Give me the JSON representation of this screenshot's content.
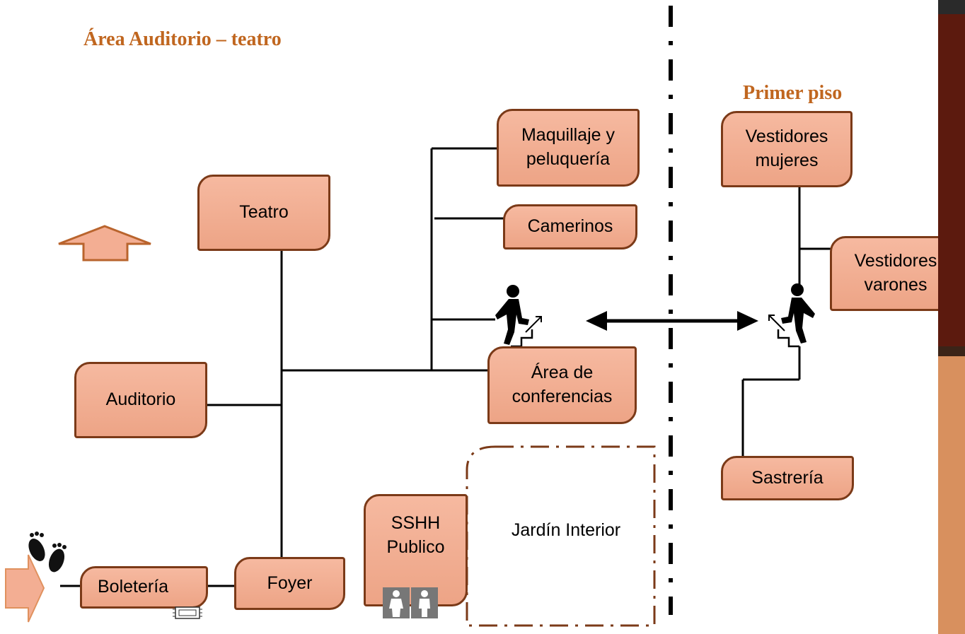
{
  "headings": {
    "area_title": "Área Auditorio – teatro",
    "floor_title": "Primer piso"
  },
  "nodes": {
    "teatro": "Teatro",
    "auditorio": "Auditorio",
    "maquillaje": "Maquillaje y\npeluquería",
    "camerinos": "Camerinos",
    "conferencias": "Área de\nconferencias",
    "boleteria": "Boletería",
    "foyer": "Foyer",
    "sshh": "SSHH\nPublico",
    "vest_mujeres": "Vestidores\nmujeres",
    "vest_varones": "Vestidores\nvarones",
    "sastreria": "Sastrería"
  },
  "garden": {
    "label": "Jardín Interior"
  },
  "icons": {
    "up_arrow": "up-arrow-icon",
    "entry_arrow": "entry-arrow-icon",
    "footprints": "footprints-icon",
    "ticket": "ticket-icon",
    "restroom": "restroom-icon",
    "stairs_walker": "stairs-walker-icon",
    "double_arrow": "double-arrow-icon"
  },
  "colors": {
    "heading": "#c0661f",
    "node_fill": "#f3ae93",
    "node_border": "#7b3a18",
    "line": "#000000",
    "sidebar_dark": "#5c1a0e",
    "sidebar_light": "#d8905e"
  }
}
